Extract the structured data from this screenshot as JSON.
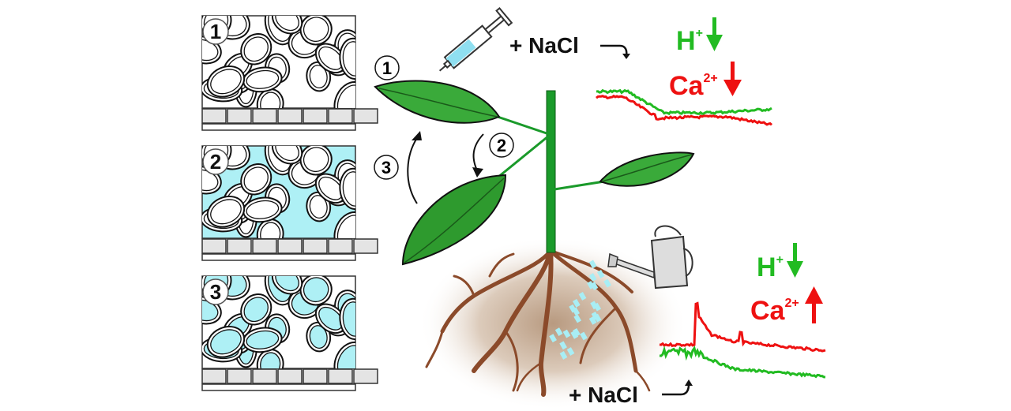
{
  "panels": [
    {
      "number": "1",
      "state": "dry"
    },
    {
      "number": "2",
      "state": "apoplast-filled"
    },
    {
      "number": "3",
      "state": "cells-filled"
    }
  ],
  "plant_steps": {
    "step1": "1",
    "step2": "2",
    "step3": "3"
  },
  "top_treatment": {
    "label": "+ NaCl",
    "h_ion": "H",
    "h_charge": "+",
    "ca_ion": "Ca",
    "ca_charge": "2+"
  },
  "bottom_treatment": {
    "label": "+ NaCl",
    "h_ion": "H",
    "h_charge": "+",
    "ca_ion": "Ca",
    "ca_charge": "2+"
  },
  "colors": {
    "green": "#22bb22",
    "red": "#ee1111",
    "cyan": "#aef0f5",
    "leaf": "#3aaa3a",
    "stem": "#1a9a2a",
    "root": "#8b4a2a"
  },
  "icons": [
    "syringe-icon",
    "watering-can-icon",
    "arrow-down-icon",
    "arrow-up-icon"
  ]
}
